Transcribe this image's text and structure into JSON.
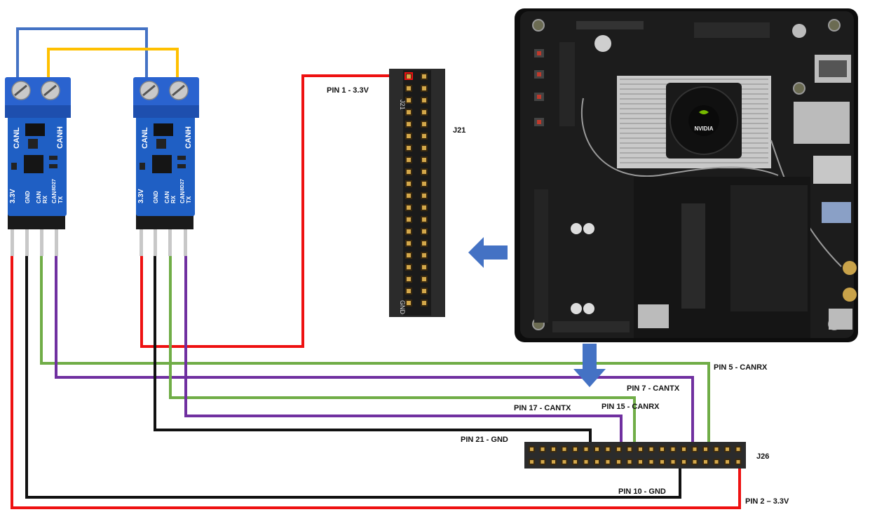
{
  "colors": {
    "power": "#ee1111",
    "ground": "#111111",
    "canrx": "#70ad47",
    "cantx": "#7030a0",
    "canl_link": "#4472c4",
    "canh_link": "#ffc000",
    "arrow": "#4472c4",
    "module_blue": "#1f5fc4",
    "board_dark": "#1c1c1c"
  },
  "modules": [
    {
      "terminals": [
        "CANL",
        "CANH"
      ],
      "pins": [
        "3.3V",
        "GND",
        "CANRX",
        "CANTX"
      ],
      "pin_labels": {
        "canrx_pair": [
          "CAN",
          "RX"
        ],
        "cantx_pair": [
          "CAN",
          "TX"
        ]
      },
      "chip": "8D27"
    },
    {
      "terminals": [
        "CANL",
        "CANH"
      ],
      "pins": [
        "3.3V",
        "GND",
        "CANRX",
        "CANTX"
      ],
      "pin_labels": {
        "canrx_pair": [
          "CAN",
          "RX"
        ],
        "cantx_pair": [
          "CAN",
          "TX"
        ]
      },
      "chip": "8D27"
    }
  ],
  "headers": {
    "j21": {
      "name": "J21",
      "silk_top": "J21",
      "silk_bottom": "GND"
    },
    "j26": {
      "name": "J26"
    }
  },
  "board": {
    "fan_logo": "NVIDIA"
  },
  "labels": {
    "pin1": "PIN 1 - 3.3V",
    "pin5": "PIN 5 - CANRX",
    "pin7": "PIN 7 - CANTX",
    "pin17": "PIN 17 - CANTX",
    "pin15": "PIN 15 - CANRX",
    "pin21": "PIN 21 - GND",
    "pin10": "PIN 10 - GND",
    "pin2": "PIN 2 – 3.3V"
  }
}
